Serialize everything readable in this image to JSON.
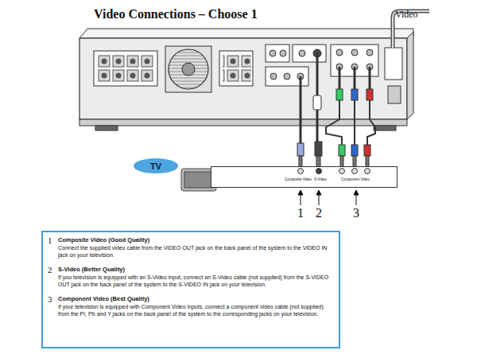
{
  "diagram": {
    "title": "Video Connections – Choose 1",
    "nodes": [
      {
        "text": [
          "TV"
        ]
      },
      {
        "text": [
          "Composite Video",
          "S-Video",
          "Component Video"
        ]
      },
      {
        "text": [
          "1",
          "Composite Video (Good Quality)",
          "Connect the supplied video cable from the VIDEO OUT jack on the back panel of the system to the VIDEO IN jack on your television.",
          "2",
          "S-Video (Better Quality)",
          "If you television is equipped with an S-Video input, connect an S-Video cable (not supplied) from the S-VIDEO OUT jack on the back panel of the system to the S-VIDEO IN jack on your television.",
          "3",
          "Component Video (Best Quality)",
          "If your television is equipped with Component Video inputs, connect a component video cable (not supplied) from the Pr, Pb and Y jacks on the back panel of the system to the corresponding jacks on your television."
        ]
      }
    ],
    "labels": [
      "Video",
      "1",
      "2",
      "3"
    ]
  }
}
